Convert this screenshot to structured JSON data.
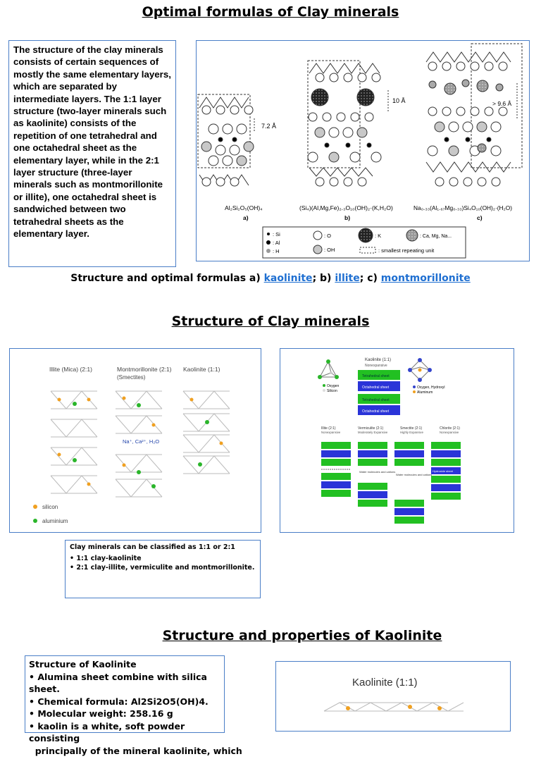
{
  "section1": {
    "title": "Optimal formulas of Clay minerals",
    "paragraph": "The structure of the clay minerals consists of certain sequences of mostly the same elementary layers, which are separated by intermediate layers. The 1:1 layer structure (two-layer minerals such as kaolinite) consists of the repetition of one tetrahedral and one octahedral sheet as the elementary layer, while in the 2:1 layer structure (three-layer minerals such as montmorillonite or illite), one octahedral sheet is sandwiched between two tetrahedral sheets as the elementary layer.",
    "figure": {
      "spacing_a": "7.2 Å",
      "spacing_b": "10 Å",
      "spacing_c": "> 9.6 Å",
      "formula_a": "Al₂Si₂O₅(OH)₄",
      "formula_b": "(Si₄)(Al,Mg,Fe)₂.₃O₁₀(OH)₂·(K,H₂O)",
      "formula_c": "Na₀.₃₃(Al₁.₆₇Mg₀.₃₃)Si₄O₁₀(OH)₂·(H₂O)",
      "label_a": "a)",
      "label_b": "b)",
      "label_c": "c)",
      "legend": {
        "si": ": Si",
        "al": ": Al",
        "h": ": H",
        "o": ": O",
        "oh": ": OH",
        "k": ": K",
        "ca": ": Ca, Mg, Na...",
        "unit": ": smallest repeating unit"
      }
    },
    "caption": {
      "prefix": "Structure and optimal formulas a) ",
      "kaolinite": "kaolinite",
      "mid1": "; b) ",
      "illite": "illite",
      "mid2": "; c) ",
      "montmorillonite": "montmorillonite"
    }
  },
  "section2": {
    "title": "Structure of Clay minerals",
    "left_figure": {
      "illite": "Illite (Mica) (2:1)",
      "montmorillonite": "Montmorillonite (2:1)",
      "smectites": "(Smectites)",
      "kaolinite": "Kaolinite (1:1)",
      "cations": "Na⁺, Ca²⁺, H₂O",
      "legend_silicon": "silicon",
      "legend_aluminium": "aluminium"
    },
    "right_figure": {
      "top_title": "Kaolinite (1:1)",
      "top_sub": "Nonexpansive",
      "oxygen": "Oxygen",
      "silicon": "Silicon",
      "oxygen_hydroxyl": "Oxygen, Hydroxyl",
      "aluminum": "Aluminum",
      "tet": "Tetrahedral sheet",
      "oct": "Octahedral sheet",
      "illite": "Illite (2:1)",
      "illite_sub": "Nonexpansive",
      "vermiculite": "Vermiculite (2:1)",
      "vermiculite_sub": "Moderately Expansive",
      "smectite": "Smectite (2:1)",
      "smectite_sub": "Highly Expansive",
      "chlorite": "Chlorite (2:1)",
      "chlorite_sub": "Nonexpansive",
      "water": "Water molecules and cations",
      "hydroxide": "Hydroxide sheet"
    },
    "note": {
      "line1": "Clay minerals can be classified as 1:1 or 2:1",
      "line2": "• 1:1 clay-kaolinite",
      "line3": "• 2:1 clay-illite, vermiculite and montmorillonite."
    }
  },
  "section3": {
    "title": "Structure and properties of Kaolinite",
    "heading": "Structure of Kaolinite",
    "bullets": [
      "• Alumina sheet combine with silica sheet.",
      "• Chemical formula: Al2Si2O5(OH)4.",
      "• Molecular weight: 258.16 g",
      "• kaolin is a white, soft powder consisting",
      "  principally of the mineral kaolinite, which"
    ],
    "figure_title": "Kaolinite (1:1)"
  }
}
